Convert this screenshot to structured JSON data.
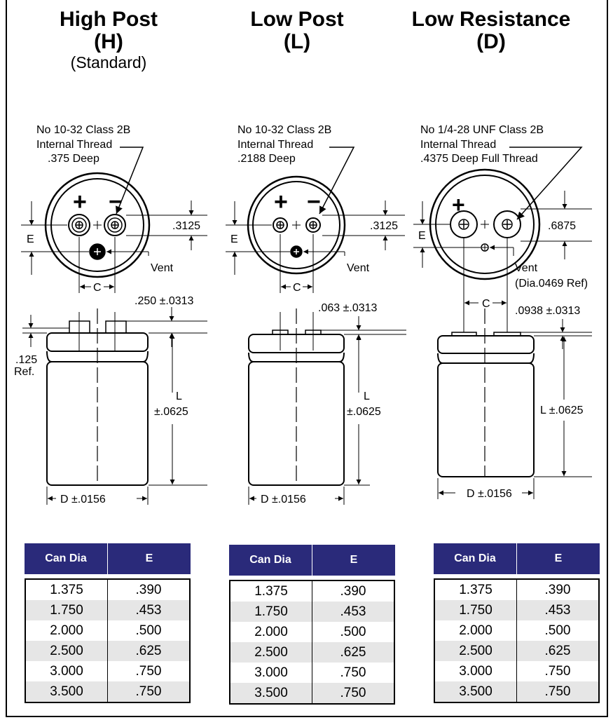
{
  "headers": {
    "high": {
      "line1": "High Post",
      "line2": "(H)",
      "line3": "(Standard)"
    },
    "low": {
      "line1": "Low Post",
      "line2": "(L)"
    },
    "lowres": {
      "line1": "Low Resistance",
      "line2": "(D)"
    }
  },
  "high": {
    "thread1": "No 10-32 Class 2B",
    "thread2": "Internal Thread",
    "thread3": ".375 Deep",
    "plus": "+",
    "minus": "−",
    "spacing": ".3125",
    "e": "E",
    "vent": "Vent",
    "c": "C",
    "post_height": ".250 ±.0313",
    "ref1": ".125",
    "ref2": "Ref.",
    "l1": "L",
    "l2": "±.0625",
    "d": "D ±.0156"
  },
  "low": {
    "thread1": "No 10-32 Class 2B",
    "thread2": "Internal Thread",
    "thread3": ".2188 Deep",
    "plus": "+",
    "minus": "−",
    "spacing": ".3125",
    "e": "E",
    "vent": "Vent",
    "c": "C",
    "post_height": ".063 ±.0313",
    "l1": "L",
    "l2": "±.0625",
    "d": "D ±.0156"
  },
  "lowres": {
    "thread1": "No 1/4-28 UNF Class 2B",
    "thread2": "Internal Thread",
    "thread3": ".4375 Deep Full Thread",
    "plus": "+",
    "spacing": ".6875",
    "e": "E",
    "vent1": "Vent",
    "vent2": "(Dia.0469 Ref)",
    "c": "C",
    "post_height": ".0938 ±.0313",
    "l": "L ±.0625",
    "d": "D ±.0156"
  },
  "tables": {
    "col1": "Can Dia",
    "col2": "E",
    "rows": [
      [
        "1.375",
        ".390"
      ],
      [
        "1.750",
        ".453"
      ],
      [
        "2.000",
        ".500"
      ],
      [
        "2.500",
        ".625"
      ],
      [
        "3.000",
        ".750"
      ],
      [
        "3.500",
        ".750"
      ]
    ]
  }
}
